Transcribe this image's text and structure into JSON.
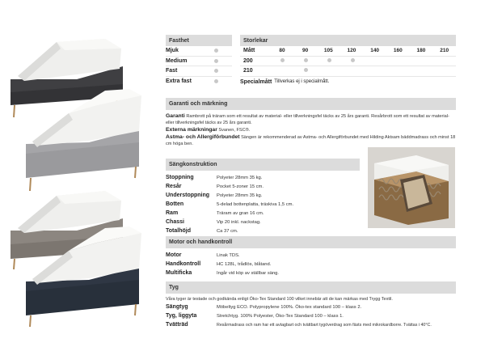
{
  "firmness": {
    "header": "Fasthet",
    "rows": [
      {
        "label": "Mjuk",
        "dot": true
      },
      {
        "label": "Medium",
        "dot": true
      },
      {
        "label": "Fast",
        "dot": true
      },
      {
        "label": "Extra fast",
        "dot": true
      }
    ]
  },
  "sizes": {
    "header": "Storlekar",
    "width_label": "Mått",
    "widths": [
      "80",
      "90",
      "105",
      "120",
      "140",
      "160",
      "180",
      "210"
    ],
    "rows": [
      {
        "label": "200",
        "dots": [
          true,
          true,
          true,
          true,
          false,
          false,
          false,
          false
        ]
      },
      {
        "label": "210",
        "dots": [
          false,
          true,
          false,
          false,
          false,
          false,
          false,
          false
        ]
      }
    ],
    "special_label": "Specialmått",
    "special_text": "Tillverkas ej i specialmått."
  },
  "warranty": {
    "header": "Garanti och märkning",
    "garanti_label": "Garanti",
    "garanti_text": "Rambrott på träram som ett resultat av material- eller tillverkningsfel täcks av 25 års garanti. Resårbrott som ett resultat av material- eller tillverkningsfel täcks av 25 års garanti.",
    "extern_label": "Externa märkningar",
    "extern_text": "Svanen, FSC®.",
    "astma_label": "Astma- och Allergiförbundet",
    "astma_text": "Sängen är rekommenderad av Astma- och Allergiförbundet med Hilding Aktsam bäddmadrass och minst 18 cm höga ben."
  },
  "construction": {
    "header": "Sängkonstruktion",
    "rows": [
      {
        "label": "Stoppning",
        "value": "Polyeter 28mm 35 kg."
      },
      {
        "label": "Resår",
        "value": "Pocket 5-zoner 15 cm."
      },
      {
        "label": "Understoppning",
        "value": "Polyeter 28mm 35 kg."
      },
      {
        "label": "Botten",
        "value": "5-delad bottenplatta, träskiva 1,5 cm."
      },
      {
        "label": "Ram",
        "value": "Träram av gran 16 cm."
      },
      {
        "label": "Chassi",
        "value": "Vip 20 inkl. nackstag."
      },
      {
        "label": "Totalhöjd",
        "value": "Ca 37 cm."
      }
    ]
  },
  "motor": {
    "header": "Motor och handkontroll",
    "rows": [
      {
        "label": "Motor",
        "value": "Linak TDS."
      },
      {
        "label": "Handkontroll",
        "value": "HC 128L, trådlös, blåtand."
      },
      {
        "label": "Multificka",
        "value": "Ingår vid köp av ställbar säng."
      }
    ]
  },
  "fabric": {
    "header": "Tyg",
    "intro": "Våra tyger är testade och godkända enligt Öko-Tex Standard 100 vilket innebär att de kan märkas med Trygg Textil.",
    "rows": [
      {
        "label": "Sängtyg",
        "value": "Möbeltyg ECO. Polypropylene 100%. Öko-tex standard 100 – klass 2."
      },
      {
        "label": "Tyg, liggyta",
        "value": "Stretchtyg. 100% Polyester, Öko-Tex Standard 100 – klass 1."
      },
      {
        "label": "Tvätträd",
        "value": "Resårmadrass och ram har ett avtagbart och tvättbart tygöverdrag som fästs med mikrokardborre. Tvättas i 40°C."
      }
    ]
  },
  "colors": {
    "bed1": "#3f3f42",
    "bed2": "#a5a5a8",
    "bed3": "#8c8680",
    "bed4": "#2f3744",
    "mattress": "#f2f2f0",
    "leg": "#b08a5a",
    "header_bg": "#dcdcdc"
  }
}
